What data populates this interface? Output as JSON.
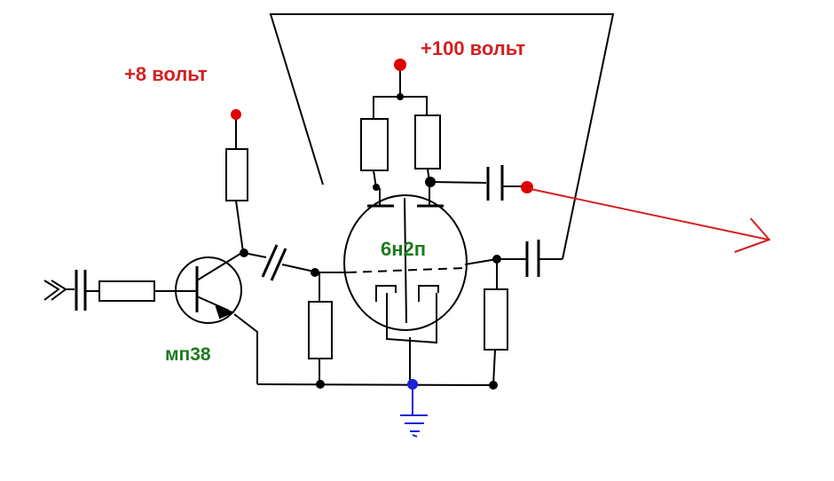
{
  "labels": {
    "supply_low": "+8 вольт",
    "supply_high": "+100 вольт",
    "transistor": "мп38",
    "tube": "6н2п"
  },
  "colors": {
    "wire": "#000000",
    "supply": "#e00000",
    "label_supply": "#d42020",
    "label_part": "#1e7a1e",
    "ground": "#1a20d8",
    "output_arrow": "#d42020"
  }
}
